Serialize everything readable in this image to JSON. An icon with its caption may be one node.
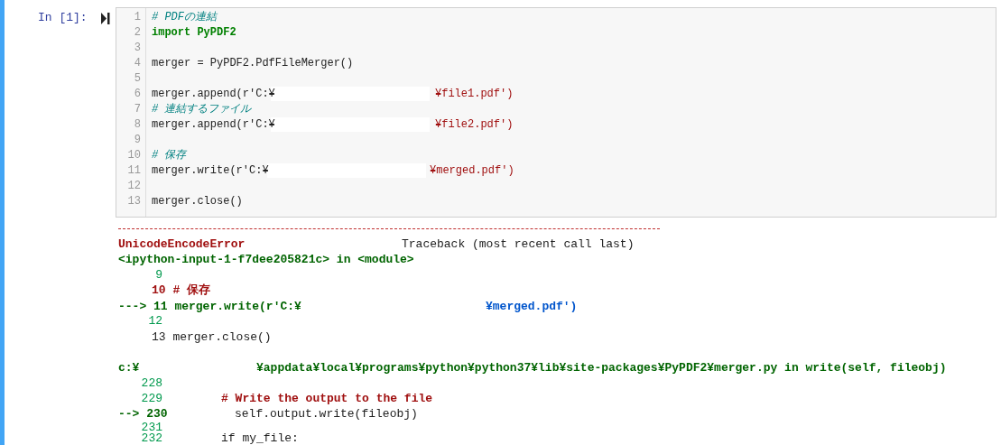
{
  "diagram": {
    "labels": [
      "In [1]:",
      "1",
      "# PDFの連結",
      "2",
      "import PyPDF2",
      "3",
      "4",
      "merger = PyPDF2.PdfFileMerger()",
      "5",
      "6",
      "merger.append(r'C:¥",
      "¥file1.pdf')",
      "7",
      "# 連結するファイル",
      "8",
      "merger.append(r'C:¥",
      "¥file2.pdf')",
      "9",
      "10",
      "# 保存",
      "11",
      "merger.write(r'C:¥",
      "¥merged.pdf')",
      "12",
      "13",
      "merger.close()",
      "UnicodeEncodeError",
      "Traceback (most recent call last)",
      "<ipython-input-1-f7dee205821c> in <module>",
      "9",
      "10 # 保存",
      "---> 11 merger.write(r'C:¥",
      "¥merged.pdf')",
      "12",
      "13 merger.close()",
      "c:¥",
      "¥appdata¥local¥programs¥python¥python37¥lib¥site-packages¥PyPDF2¥merger.py in write(self, fileobj)",
      "228",
      "229",
      "# Write the output to the file",
      "--> 230",
      "self.output.write(fileobj)",
      "231",
      "232",
      "if my_file:"
    ]
  }
}
